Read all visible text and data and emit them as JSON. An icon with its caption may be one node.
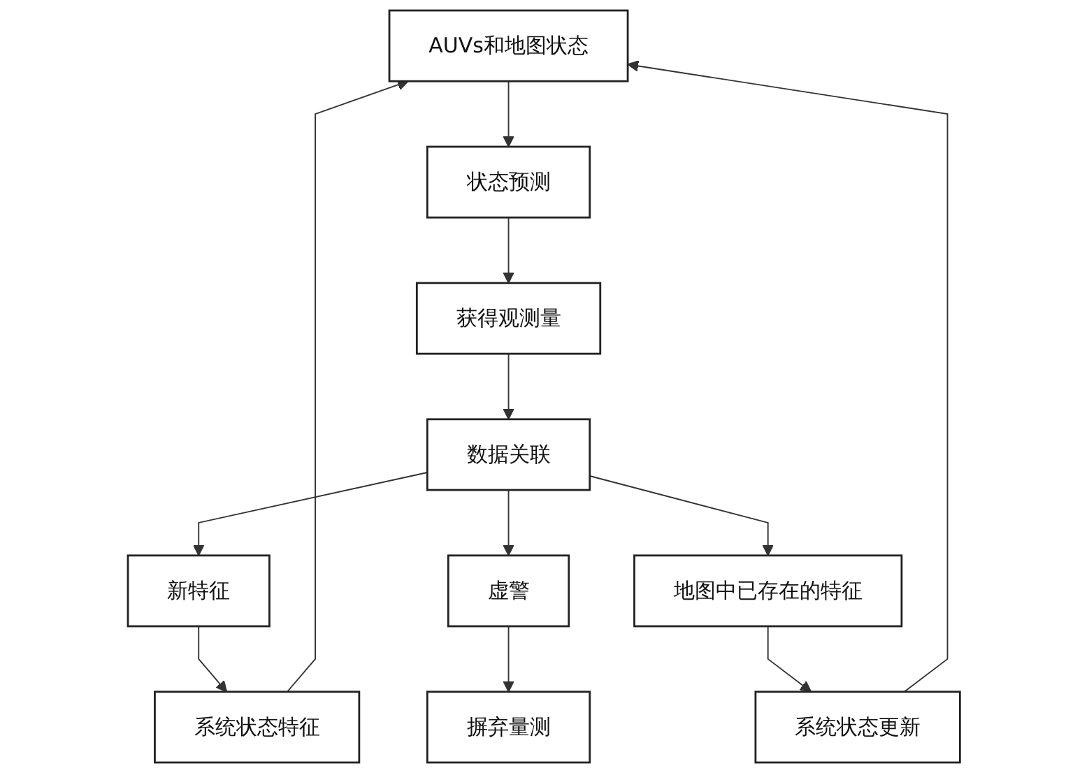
{
  "diagram": {
    "nodes": [
      {
        "text": [
          "AUVs和地图状态"
        ]
      },
      {
        "text": [
          "状态预测"
        ]
      },
      {
        "text": [
          "获得观测量"
        ]
      },
      {
        "text": [
          "数据关联"
        ]
      },
      {
        "text": [
          "新特征"
        ]
      },
      {
        "text": [
          "虚警"
        ]
      },
      {
        "text": [
          "地图中已存在的特征"
        ]
      },
      {
        "text": [
          "系统状态特征"
        ]
      },
      {
        "text": [
          "摒弃量测"
        ]
      },
      {
        "text": [
          "系统状态更新"
        ]
      }
    ],
    "edges": [
      {
        "from": 0,
        "to": 1,
        "arrow": "to"
      },
      {
        "from": 1,
        "to": 2,
        "arrow": "to"
      },
      {
        "from": 2,
        "to": 3,
        "arrow": "to"
      },
      {
        "from": 3,
        "to": 4,
        "arrow": "to"
      },
      {
        "from": 3,
        "to": 5,
        "arrow": "to"
      },
      {
        "from": 3,
        "to": 6,
        "arrow": "to"
      },
      {
        "from": 4,
        "to": 7,
        "arrow": "to"
      },
      {
        "from": 5,
        "to": 8,
        "arrow": "to"
      },
      {
        "from": 6,
        "to": 9,
        "arrow": "to"
      },
      {
        "from": 7,
        "to": 0,
        "arrow": "to"
      },
      {
        "from": 9,
        "to": 0,
        "arrow": "to"
      }
    ]
  }
}
